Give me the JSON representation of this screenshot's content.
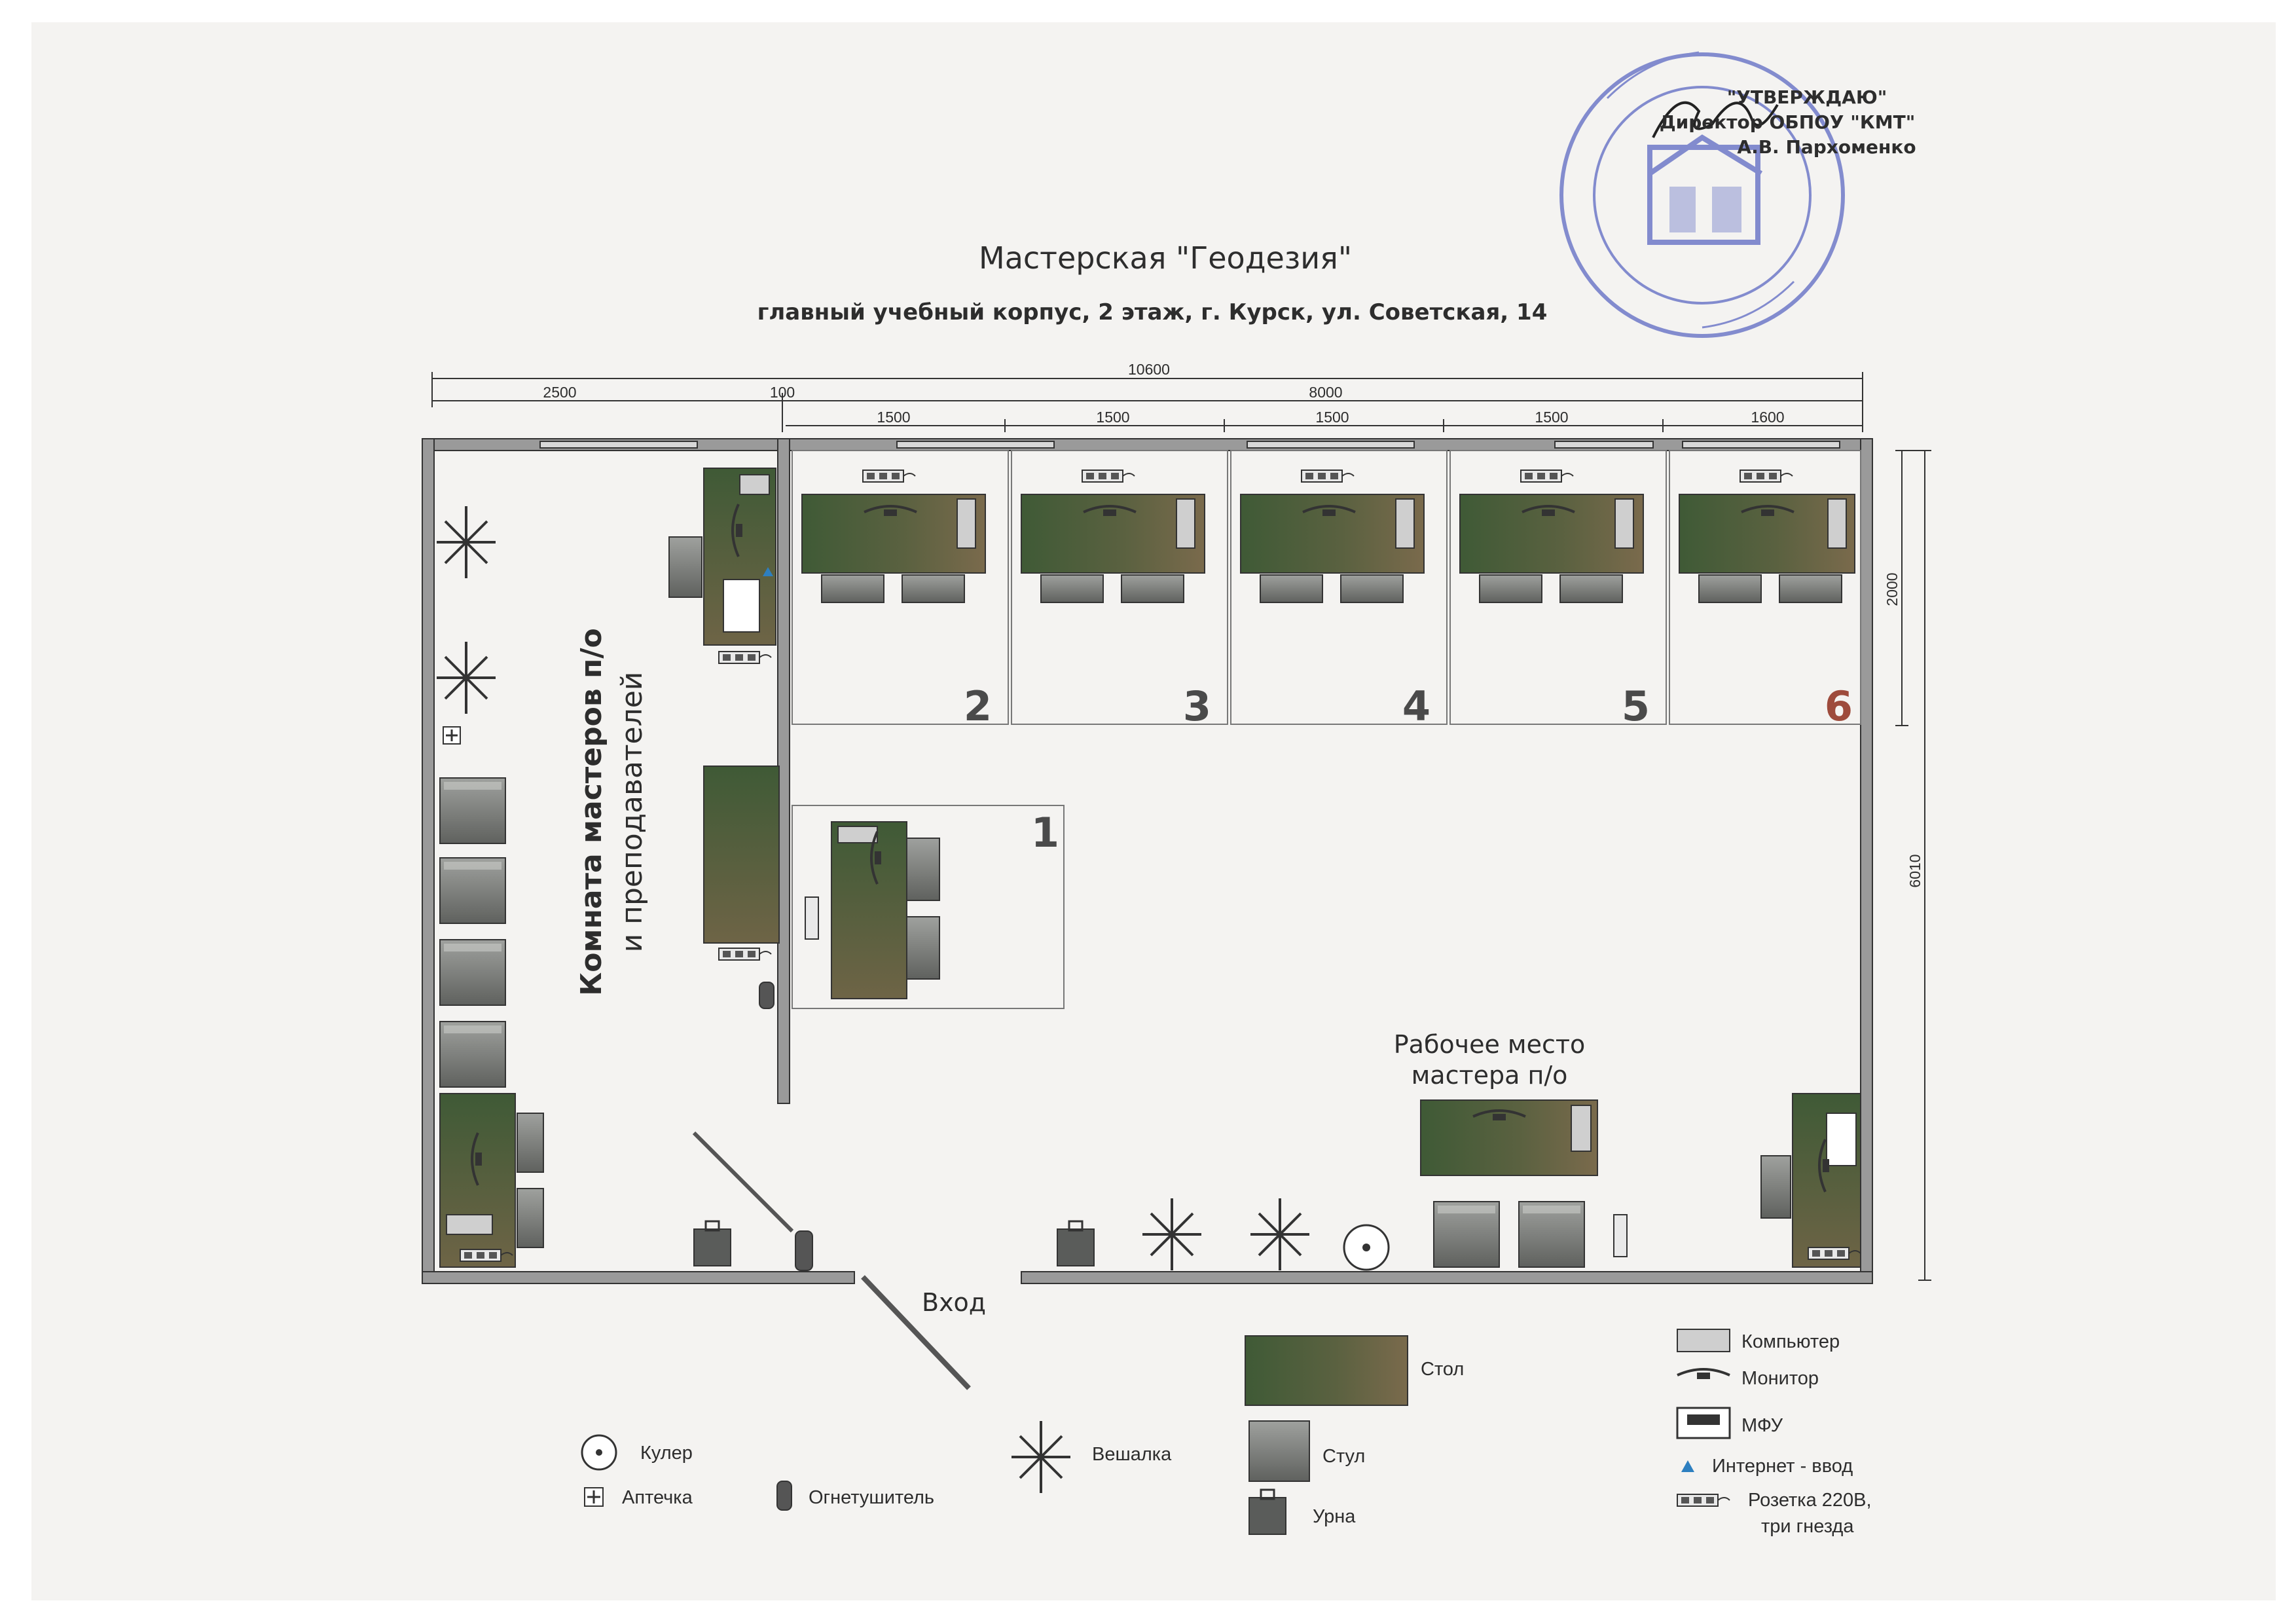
{
  "title": "Мастерская \"Геодезия\"",
  "subtitle": "главный учебный корпус, 2 этаж, г. Курск, ул. Советская, 14",
  "approval": {
    "line1": "\"УТВЕРЖДАЮ\"",
    "line2": "Директор ОБПОУ \"КМТ\"",
    "line3": "А.В. Пархоменко"
  },
  "dimensions": {
    "total_width": "10600",
    "left_room": "2500",
    "wall": "100",
    "workshop": "8000",
    "bays": [
      "1500",
      "1500",
      "1500",
      "1500",
      "1600"
    ],
    "bay_depth": "2000",
    "total_depth": "6010"
  },
  "rooms": {
    "staff_room_line1": "Комната мастеров п/о",
    "staff_room_line2": "и преподавателей",
    "master_place_line1": "Рабочее место",
    "master_place_line2": "мастера п/о",
    "entrance": "Вход"
  },
  "workstations": [
    "1",
    "2",
    "3",
    "4",
    "5",
    "6"
  ],
  "legend": {
    "table": "Стол",
    "chair": "Стул",
    "bin": "Урна",
    "computer": "Компьютер",
    "monitor": "Монитор",
    "mfp": "МФУ",
    "internet": "Интернет - ввод",
    "socket_line1": "Розетка 220В,",
    "socket_line2": "три гнезда",
    "cooler": "Кулер",
    "first_aid": "Аптечка",
    "extinguisher": "Огнетушитель",
    "hanger": "Вешалка"
  },
  "colors": {
    "wall": "#9a9a9a",
    "table_dark": "#3f5a36",
    "table_light": "#7a6a4c",
    "chair": "#6d6f6c",
    "stamp": "#6f79c8",
    "internet": "#2d7fc0"
  }
}
